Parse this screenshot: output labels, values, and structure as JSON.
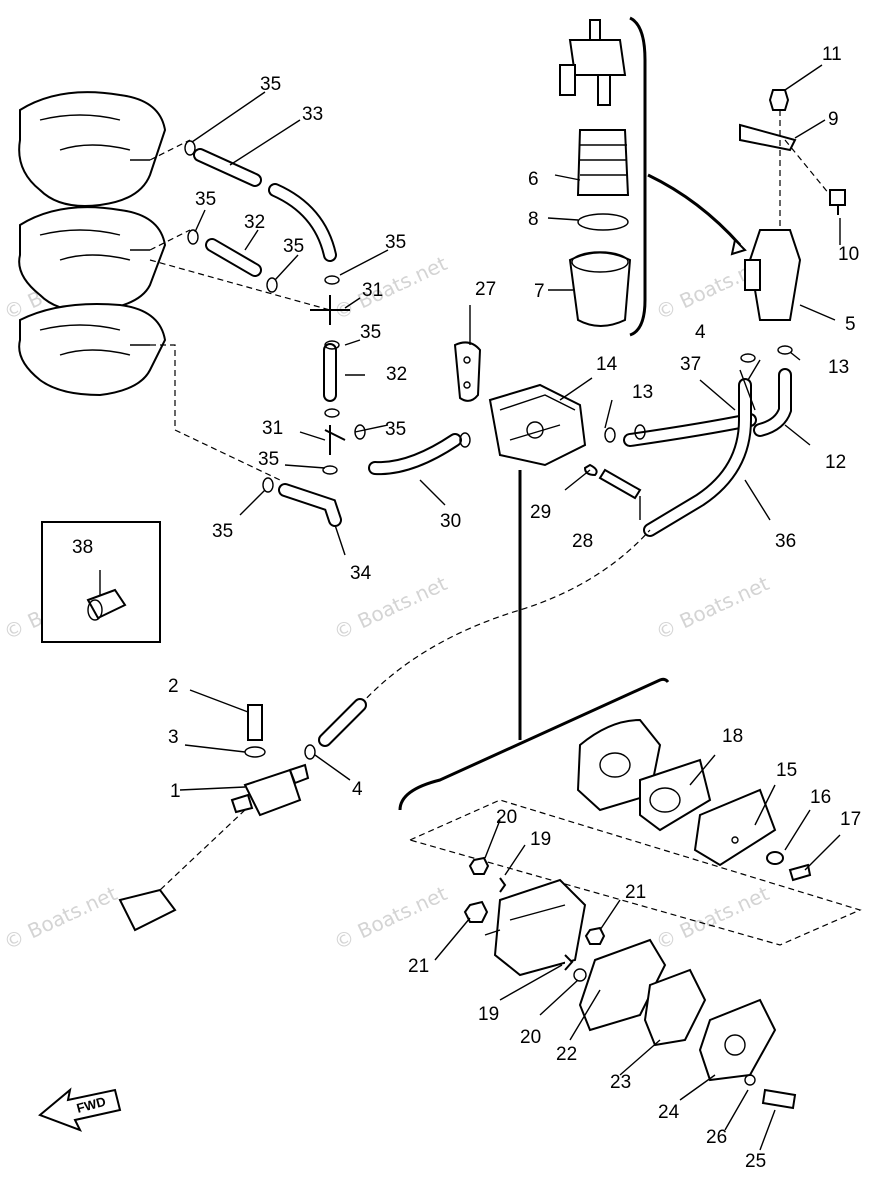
{
  "watermark": "© Boats.net",
  "fwd_label": "FWD",
  "callouts": [
    "1",
    "2",
    "3",
    "4",
    "4",
    "5",
    "6",
    "7",
    "8",
    "9",
    "10",
    "11",
    "12",
    "13",
    "13",
    "14",
    "15",
    "16",
    "17",
    "18",
    "19",
    "19",
    "20",
    "20",
    "21",
    "21",
    "22",
    "23",
    "24",
    "25",
    "26",
    "27",
    "28",
    "29",
    "30",
    "31",
    "31",
    "32",
    "32",
    "33",
    "34",
    "35",
    "35",
    "35",
    "35",
    "35",
    "35",
    "35",
    "35",
    "36",
    "37",
    "38"
  ]
}
